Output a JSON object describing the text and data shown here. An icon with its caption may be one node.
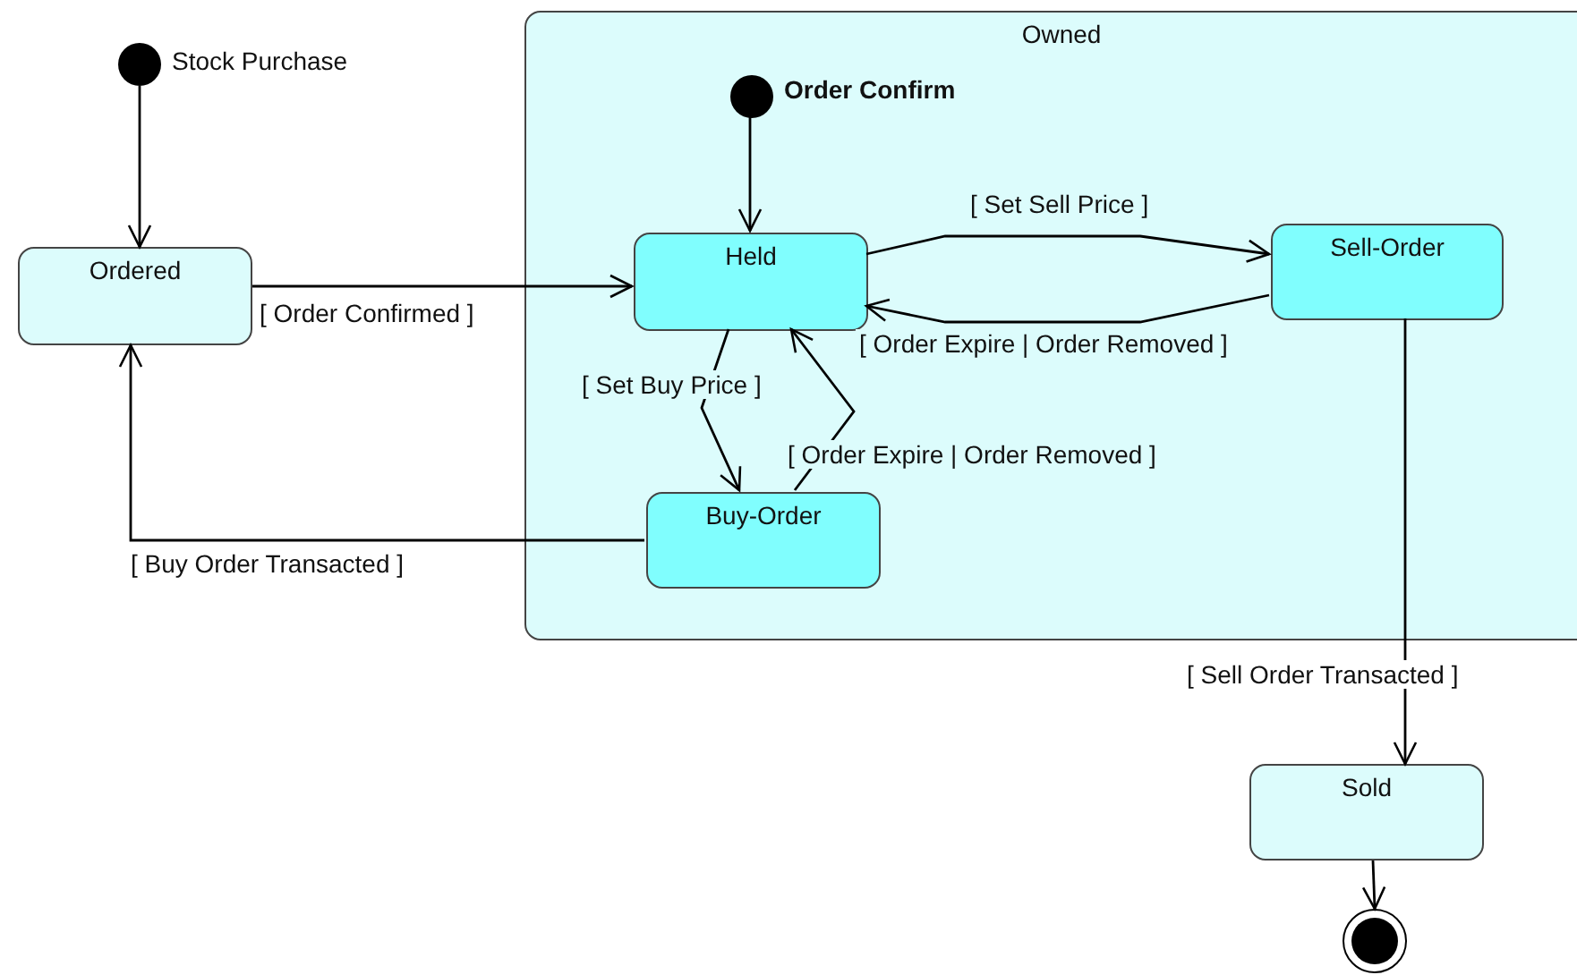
{
  "diagram": {
    "nodes": [
      {
        "text": [],
        "shape": "circle",
        "beside": [
          "Stock Purchase"
        ]
      },
      {
        "text": [
          "Ordered"
        ]
      },
      {
        "text": [
          "Owned"
        ]
      },
      {
        "text": [],
        "shape": "circle",
        "beside": [
          "Order Confirm"
        ],
        "in": 2
      },
      {
        "text": [
          "Held"
        ],
        "in": 2
      },
      {
        "text": [
          "Sell-Order"
        ],
        "in": 2
      },
      {
        "text": [
          "Buy-Order"
        ],
        "in": 2
      },
      {
        "text": [
          "Sold"
        ]
      },
      {
        "text": [],
        "shape": "bullseye"
      }
    ],
    "edges": [
      {
        "from": 0,
        "to": 1,
        "arrow": "to"
      },
      {
        "from": 1,
        "to": 4,
        "arrow": "to",
        "label": "[ Order Confirmed ]"
      },
      {
        "from": 3,
        "to": 4,
        "arrow": "to"
      },
      {
        "from": 4,
        "to": 5,
        "arrow": "to",
        "label": "[ Set Sell Price ]"
      },
      {
        "from": 5,
        "to": 4,
        "arrow": "to",
        "label": "[ Order Expire | Order Removed ]"
      },
      {
        "from": 4,
        "to": 6,
        "arrow": "to",
        "label": "[ Set Buy Price ]"
      },
      {
        "from": 6,
        "to": 4,
        "arrow": "to",
        "label": "[ Order Expire | Order Removed ]"
      },
      {
        "from": 6,
        "to": 1,
        "arrow": "to",
        "label": "[ Buy Order Transacted ]"
      },
      {
        "from": 5,
        "to": 7,
        "arrow": "to",
        "label": "[ Sell Order Transacted ]"
      },
      {
        "from": 7,
        "to": 8,
        "arrow": "to"
      }
    ]
  }
}
